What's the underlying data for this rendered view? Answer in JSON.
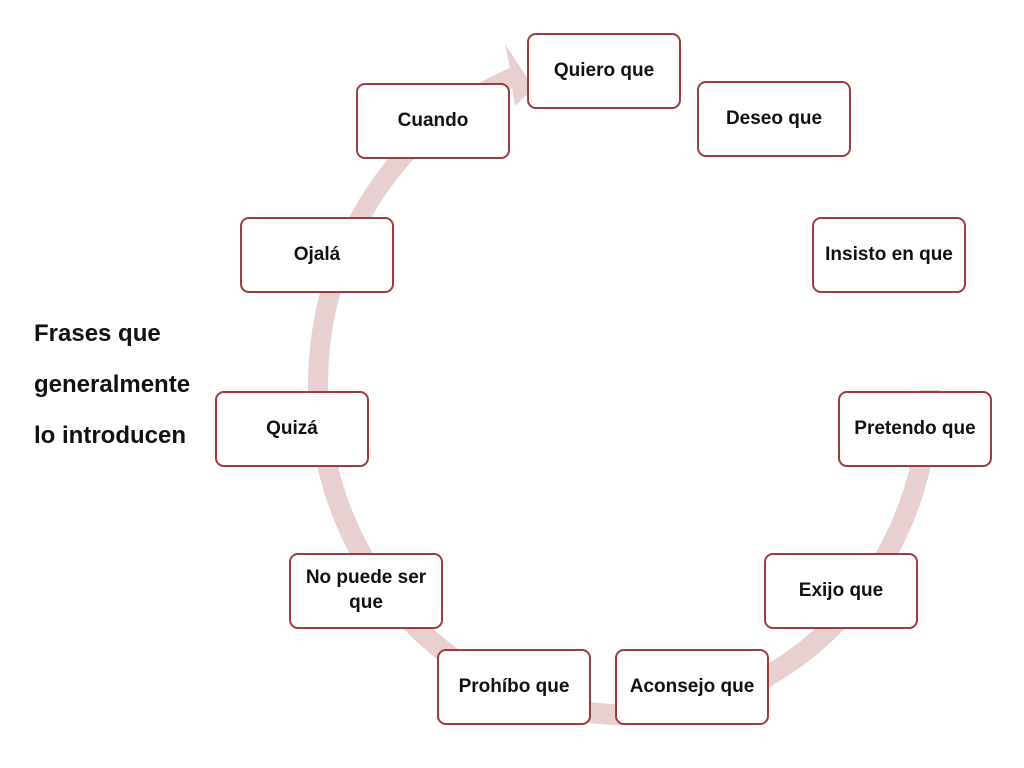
{
  "diagram": {
    "nodes": [
      {
        "id": "quiero",
        "label": "Quiero que"
      },
      {
        "id": "deseo",
        "label": "Deseo que"
      },
      {
        "id": "insisto",
        "label": "Insisto en que"
      },
      {
        "id": "pretendo",
        "label": "Pretendo que"
      },
      {
        "id": "exijo",
        "label": "Exijo que"
      },
      {
        "id": "aconsejo",
        "label": "Aconsejo que"
      },
      {
        "id": "prohibo",
        "label": "Prohíbo que"
      },
      {
        "id": "nopuede",
        "label": "No puede ser que"
      },
      {
        "id": "quiza",
        "label": "Quizá"
      },
      {
        "id": "ojala",
        "label": "Ojalá"
      },
      {
        "id": "cuando",
        "label": "Cuando"
      }
    ],
    "side_caption": {
      "lines": [
        "Frases que",
        "generalmente",
        "lo introducen"
      ]
    },
    "colors": {
      "node_border": "#9e3b3c",
      "ring_fill": "#e8cfd0",
      "text": "#111111"
    }
  }
}
